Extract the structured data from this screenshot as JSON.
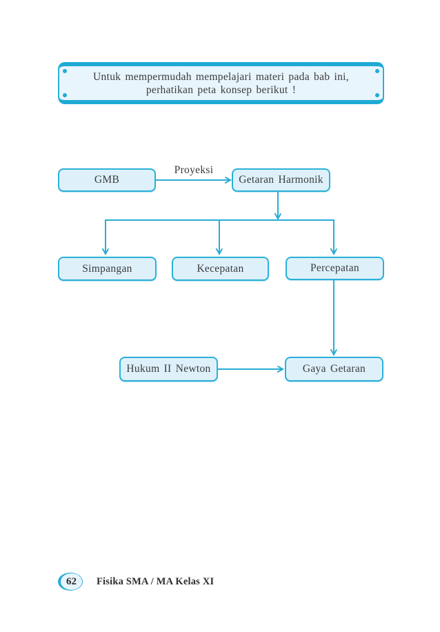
{
  "colors": {
    "accent_cyan": "#29acd6",
    "border_cyan": "#2bb0d9",
    "bar_cyan": "#1faad5",
    "node_fill": "#def1fb",
    "callout_fill": "#e8f5fc",
    "text": "#3a3a3a"
  },
  "callout": {
    "line1": "Untuk mempermudah mempelajari materi pada bab ini,",
    "line2": "perhatikan peta konsep berikut !"
  },
  "diagram": {
    "type": "concept-map",
    "edge_label": "Proyeksi",
    "nodes": [
      {
        "id": "gmb",
        "label": "GMB"
      },
      {
        "id": "getaran-harmonik",
        "label": "Getaran Harmonik"
      },
      {
        "id": "simpangan",
        "label": "Simpangan"
      },
      {
        "id": "kecepatan",
        "label": "Kecepatan"
      },
      {
        "id": "percepatan",
        "label": "Percepatan"
      },
      {
        "id": "hukum-ii-newton",
        "label": "Hukum II Newton"
      },
      {
        "id": "gaya-getaran",
        "label": "Gaya Getaran"
      }
    ],
    "edges": [
      {
        "from": "GMB",
        "to": "Getaran Harmonik",
        "label": "Proyeksi"
      },
      {
        "from": "Getaran Harmonik",
        "to": "Simpangan"
      },
      {
        "from": "Getaran Harmonik",
        "to": "Kecepatan"
      },
      {
        "from": "Getaran Harmonik",
        "to": "Percepatan"
      },
      {
        "from": "Percepatan",
        "to": "Gaya Getaran"
      },
      {
        "from": "Hukum II Newton",
        "to": "Gaya Getaran"
      }
    ]
  },
  "footer": {
    "page_number": "62",
    "book_title": "Fisika SMA / MA Kelas XI"
  }
}
